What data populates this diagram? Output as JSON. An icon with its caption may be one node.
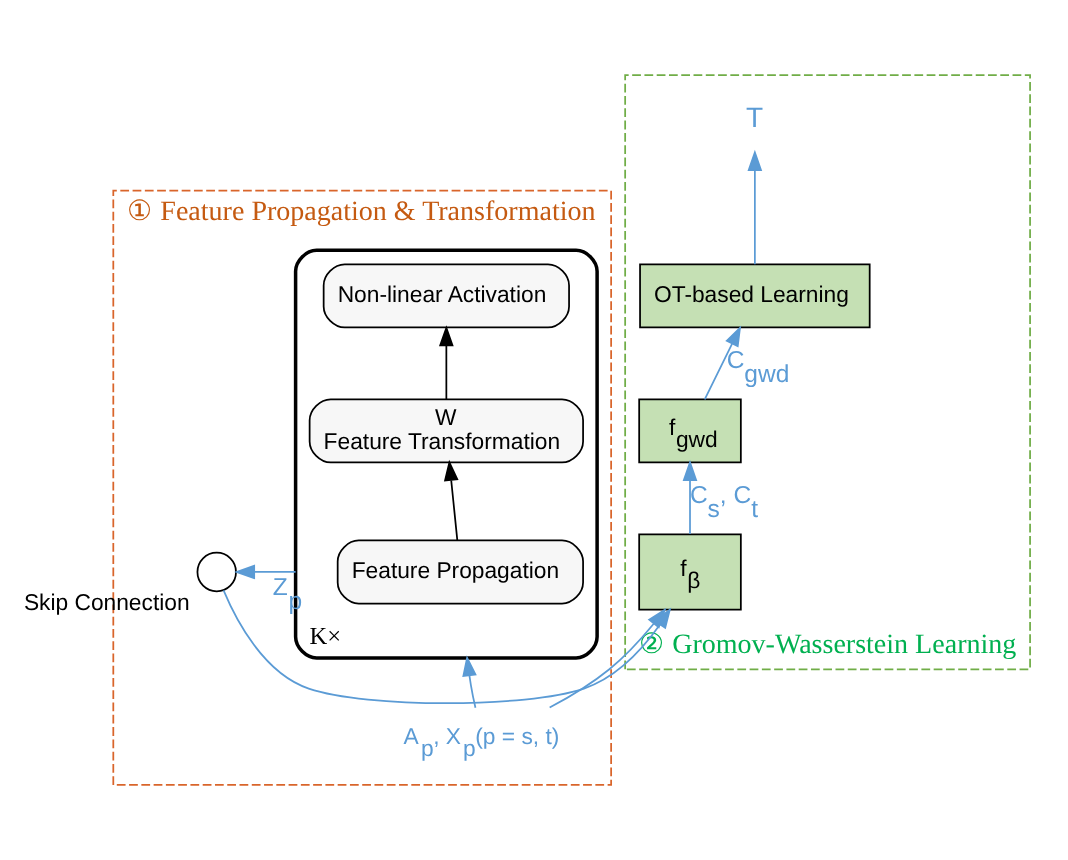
{
  "diagram": {
    "nodes": [
      {
        "text": [
          "① Feature Propagation & Transformation"
        ]
      },
      {
        "text": [
          "② Gromov-Wasserstein Learning"
        ]
      },
      {
        "text": [],
        "shape": "box",
        "in": 0,
        "beside": [
          "K×"
        ]
      },
      {
        "text": [
          "Non-linear Activation"
        ],
        "in": 2
      },
      {
        "text": [
          "W",
          "Feature Transformation"
        ],
        "in": 2
      },
      {
        "text": [
          "Feature Propagation"
        ],
        "in": 2
      },
      {
        "text": [
          "A$_{p}$, X$_{p}$(p = s, t)"
        ],
        "in": 0
      },
      {
        "text": [],
        "shape": "circle",
        "in": 0,
        "beside": [
          "Skip Connection"
        ]
      },
      {
        "text": [
          "f$_{β}$"
        ],
        "in": 1
      },
      {
        "text": [
          "f$_{gwd}$"
        ],
        "in": 1
      },
      {
        "text": [
          "OT-based Learning"
        ],
        "in": 1
      },
      {
        "text": [
          "T"
        ],
        "in": 1
      }
    ],
    "edges": [
      {
        "from": 5,
        "to": 4,
        "arrow": "to",
        "color": "#000000"
      },
      {
        "from": 4,
        "to": 3,
        "arrow": "to",
        "color": "#000000"
      },
      {
        "from": 6,
        "to": 2,
        "arrow": "to"
      },
      {
        "from": 2,
        "to": 7,
        "arrow": "to",
        "label": "Z$_{p}$"
      },
      {
        "from": 7,
        "to": 8,
        "arrow": "to"
      },
      {
        "from": 6,
        "to": 8,
        "arrow": "to"
      },
      {
        "from": 8,
        "to": 9,
        "arrow": "to",
        "label": "C$_{s}$, C$_{t}$"
      },
      {
        "from": 9,
        "to": 10,
        "arrow": "to",
        "label": "C$_{gwd}$"
      },
      {
        "from": 10,
        "to": 11,
        "arrow": "to"
      }
    ]
  }
}
